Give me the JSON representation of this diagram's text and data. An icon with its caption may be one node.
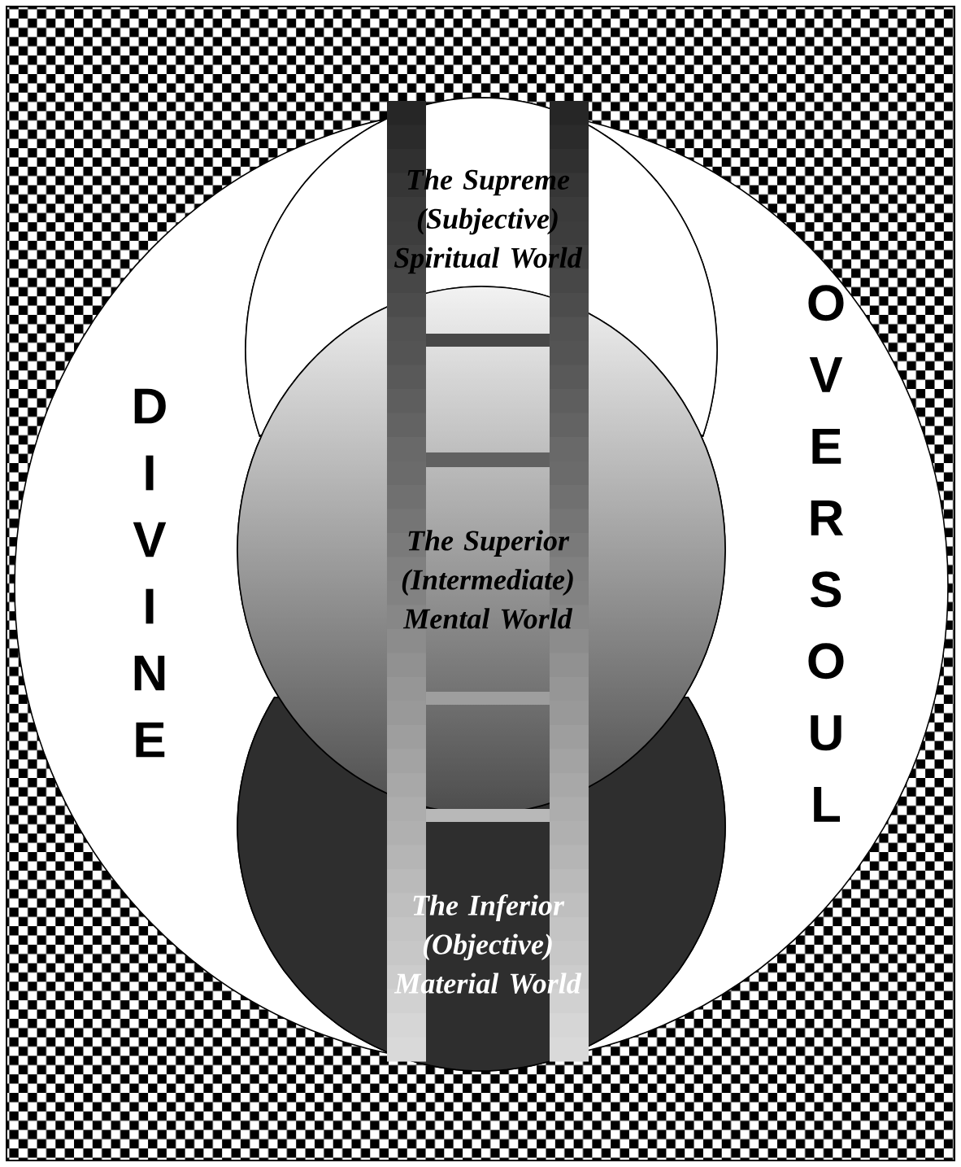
{
  "diagram": {
    "nodes": [
      {
        "text": [
          "DIVINE",
          "OVERSOUL"
        ]
      },
      {
        "text": [
          "The Supreme (Subjective) Spiritual World"
        ],
        "in": 0
      },
      {
        "text": [
          "The Superior (Intermediate) Mental World"
        ],
        "in": 0
      },
      {
        "text": [
          "The Inferior (Objective) Material World"
        ],
        "in": 0
      }
    ]
  }
}
